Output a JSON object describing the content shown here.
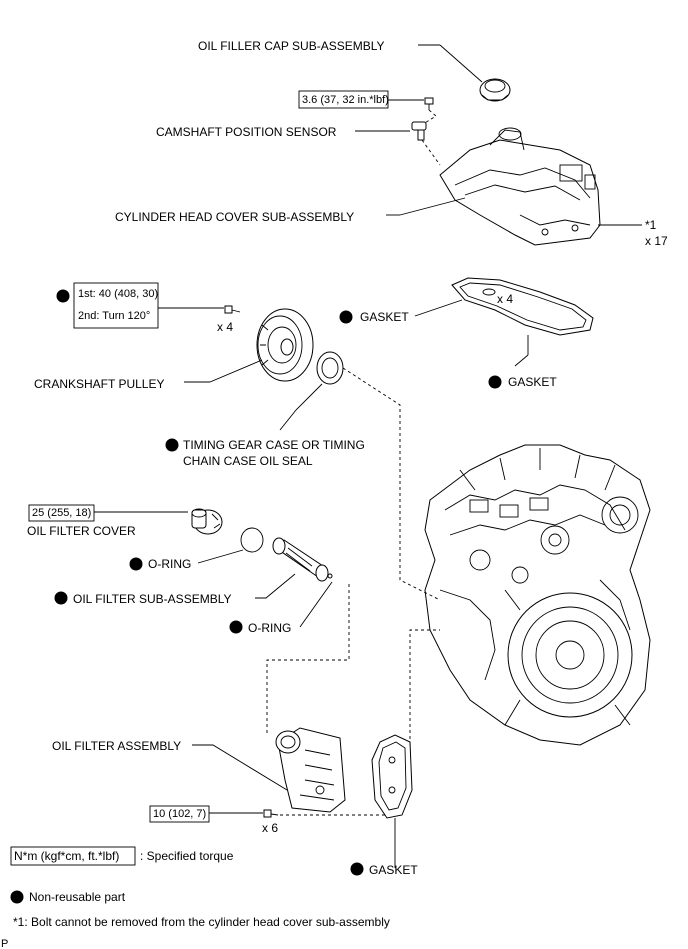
{
  "labels": {
    "oil_filler_cap": "OIL FILLER CAP SUB-ASSEMBLY",
    "camshaft_sensor": "CAMSHAFT POSITION SENSOR",
    "cylinder_head_cover": "CYLINDER HEAD COVER SUB-ASSEMBLY",
    "head_cover_note": "*1",
    "head_cover_qty": "x 17",
    "gasket_left": "GASKET",
    "gasket_qty": "x 4",
    "gasket_right": "GASKET",
    "crankshaft_pulley": "CRANKSHAFT PULLEY",
    "pulley_qty": "x 4",
    "oil_seal_line1": "TIMING GEAR CASE OR TIMING",
    "oil_seal_line2": "CHAIN CASE OIL SEAL",
    "oil_filter_cover": "OIL FILTER COVER",
    "o_ring_1": "O-RING",
    "oil_filter_sub": "OIL FILTER SUB-ASSEMBLY",
    "o_ring_2": "O-RING",
    "oil_filter_assy": "OIL FILTER ASSEMBLY",
    "filter_bolt_qty": "x 6",
    "gasket_bottom": "GASKET"
  },
  "torques": {
    "camshaft_sensor": "3.6 (37, 32 in.*lbf)",
    "pulley_first": "1st: 40 (408, 30)",
    "pulley_second": "2nd: Turn 120°",
    "oil_filter_cover": "25 (255, 18)",
    "oil_filter_assy": "10 (102, 7)"
  },
  "legend": {
    "torque_unit": "N*m (kgf*cm, ft.*lbf)",
    "torque_desc": ": Specified torque",
    "non_reusable": "Non-reusable part",
    "footnote": "*1: Bolt cannot be removed from the cylinder head cover sub-assembly",
    "page_mark": "P"
  }
}
